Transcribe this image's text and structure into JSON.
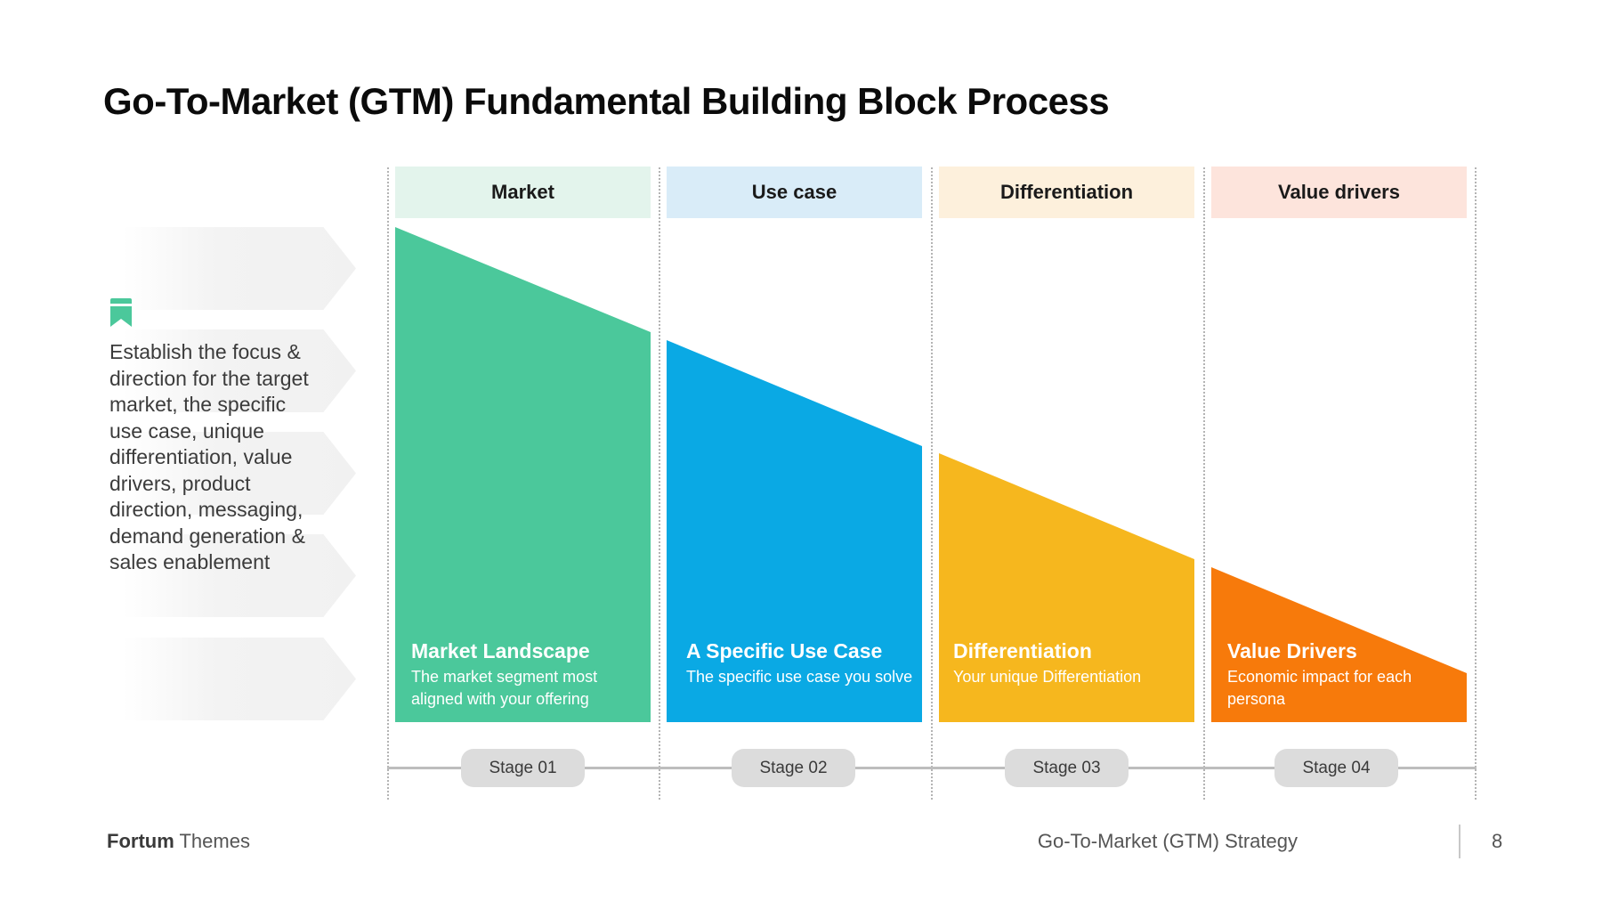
{
  "title": "Go-To-Market (GTM) Fundamental Building Block Process",
  "intro_text": "Establish the focus & direction for the target market, the specific use case, unique differentiation, value drivers, product direction, messaging, demand generation & sales enablement",
  "icons": {
    "bookmark": "bookmark-icon"
  },
  "colors": {
    "market_header": "#e3f4ec",
    "use_case_header": "#d9ecf8",
    "differentiation_header": "#fdf0dc",
    "value_drivers_header": "#fde4dc",
    "market": "#4bc89b",
    "use_case": "#0aa9e4",
    "differentiation": "#f6b71e",
    "value_drivers": "#f77a0b",
    "bookmark": "#4bc89b"
  },
  "stages": [
    {
      "header": "Market",
      "card_title": "Market Landscape",
      "card_desc": "The market segment most aligned with your offering",
      "stage_label": "Stage 01"
    },
    {
      "header": "Use case",
      "card_title": "A Specific Use Case",
      "card_desc": "The specific use case you solve",
      "stage_label": "Stage 02"
    },
    {
      "header": "Differentiation",
      "card_title": "Differentiation",
      "card_desc": "Your unique Differentiation",
      "stage_label": "Stage 03"
    },
    {
      "header": "Value drivers",
      "card_title": "Value Drivers",
      "card_desc": "Economic impact for each persona",
      "stage_label": "Stage 04"
    }
  ],
  "footer": {
    "brand_strong": "Fortum",
    "brand_rest": "Themes",
    "deck_title": "Go-To-Market (GTM) Strategy",
    "page_number": "8"
  }
}
